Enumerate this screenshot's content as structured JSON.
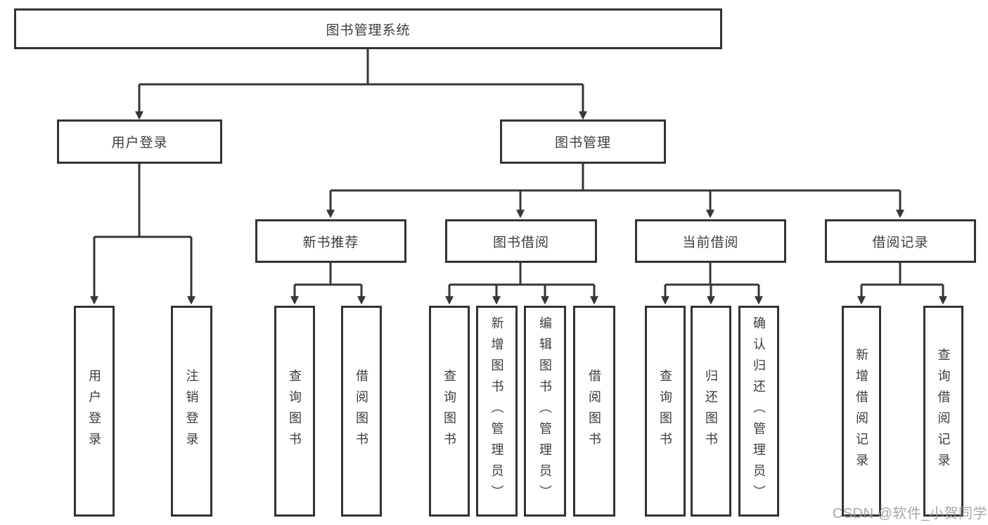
{
  "watermark": "CSDN @软件_小贺同学",
  "colors": {
    "line": "#363636",
    "border": "#333333",
    "text": "#3c3c3c",
    "watermark": "#9b9b9b"
  },
  "tree": {
    "label": "图书管理系统",
    "children": [
      {
        "label": "用户登录",
        "children": [
          {
            "label": "用户登录"
          },
          {
            "label": "注销登录"
          }
        ]
      },
      {
        "label": "图书管理",
        "children": [
          {
            "label": "新书推荐",
            "children": [
              {
                "label": "查询图书"
              },
              {
                "label": "借阅图书"
              }
            ]
          },
          {
            "label": "图书借阅",
            "children": [
              {
                "label": "查询图书"
              },
              {
                "label": "新增图书（管理员）"
              },
              {
                "label": "编辑图书（管理员）"
              },
              {
                "label": "借阅图书"
              }
            ]
          },
          {
            "label": "当前借阅",
            "children": [
              {
                "label": "查询图书"
              },
              {
                "label": "归还图书"
              },
              {
                "label": "确认归还（管理员）"
              }
            ]
          },
          {
            "label": "借阅记录",
            "children": [
              {
                "label": "新增借阅记录"
              },
              {
                "label": "查询借阅记录"
              }
            ]
          }
        ]
      }
    ]
  }
}
